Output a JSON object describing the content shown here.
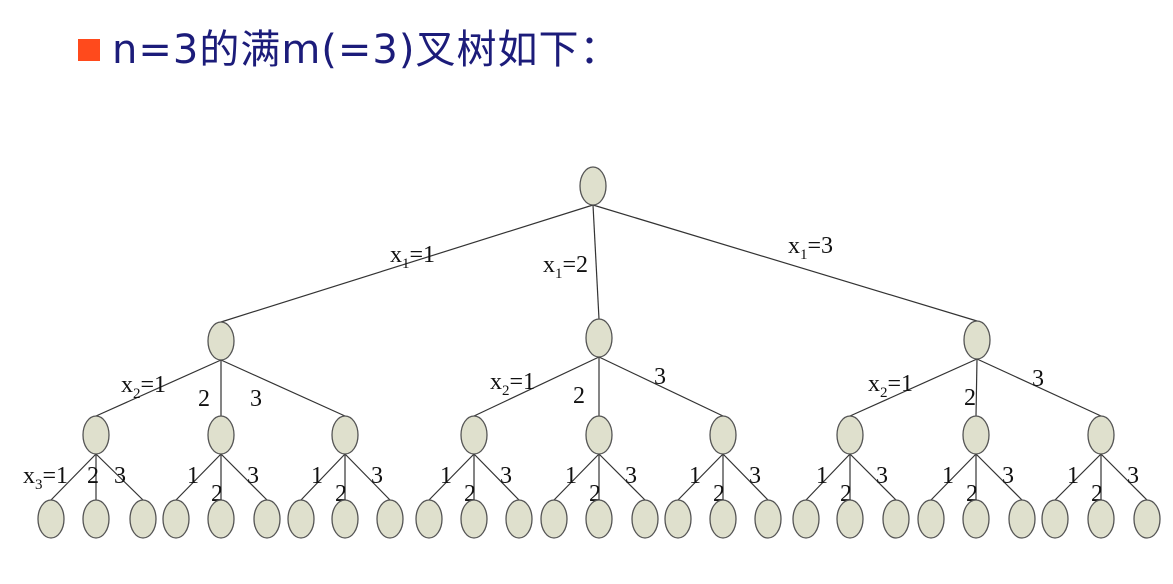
{
  "slide": {
    "title": "n=3的满m(=3)叉树如下：",
    "bullet_color": "#ff4a1c",
    "title_color": "#1c1c7a"
  },
  "tree": {
    "branching": 3,
    "depth": 3,
    "node_fill": "#dfe0cd",
    "node_stroke": "#555555",
    "edge_color": "#333333",
    "level1_labels": [
      {
        "var": "x",
        "sub": "1",
        "val": "=1"
      },
      {
        "var": "x",
        "sub": "1",
        "val": "=2"
      },
      {
        "var": "x",
        "sub": "1",
        "val": "=3"
      }
    ],
    "level2_labels": [
      [
        {
          "var": "x",
          "sub": "2",
          "val": "=1"
        },
        {
          "text": "2"
        },
        {
          "text": "3"
        }
      ],
      [
        {
          "var": "x",
          "sub": "2",
          "val": "=1"
        },
        {
          "text": "2"
        },
        {
          "text": "3"
        }
      ],
      [
        {
          "var": "x",
          "sub": "2",
          "val": "=1"
        },
        {
          "text": "2"
        },
        {
          "text": "3"
        }
      ]
    ],
    "level3_labels": [
      [
        {
          "var": "x",
          "sub": "3",
          "val": "=1"
        },
        {
          "text": "2"
        },
        {
          "text": "3"
        }
      ],
      [
        {
          "text": "1"
        },
        {
          "text": "2"
        },
        {
          "text": "3"
        }
      ],
      [
        {
          "text": "1"
        },
        {
          "text": "2"
        },
        {
          "text": "3"
        }
      ],
      [
        {
          "text": "1"
        },
        {
          "text": "2"
        },
        {
          "text": "3"
        }
      ],
      [
        {
          "text": "1"
        },
        {
          "text": "2"
        },
        {
          "text": "3"
        }
      ],
      [
        {
          "text": "1"
        },
        {
          "text": "2"
        },
        {
          "text": "3"
        }
      ],
      [
        {
          "text": "1"
        },
        {
          "text": "2"
        },
        {
          "text": "3"
        }
      ],
      [
        {
          "text": "1"
        },
        {
          "text": "2"
        },
        {
          "text": "3"
        }
      ],
      [
        {
          "text": "1"
        },
        {
          "text": "2"
        },
        {
          "text": "3"
        }
      ]
    ]
  }
}
